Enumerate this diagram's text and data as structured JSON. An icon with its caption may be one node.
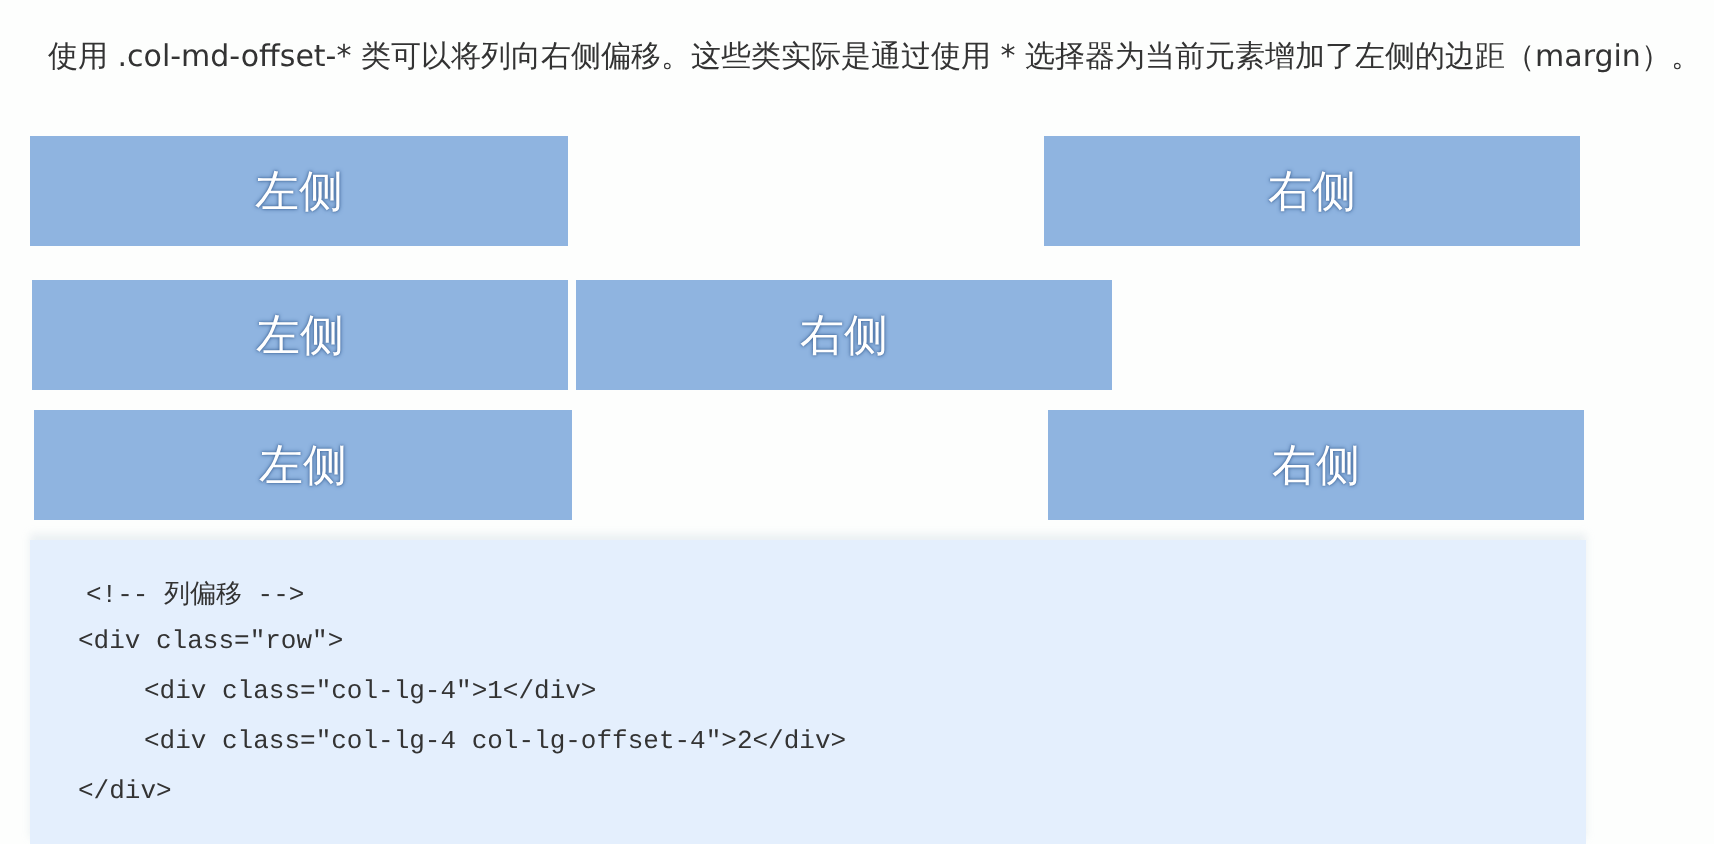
{
  "diagram": {
    "nodes": [
      {
        "text": [
          "左侧"
        ]
      },
      {
        "text": [
          "右侧"
        ]
      },
      {
        "text": [
          "左侧"
        ]
      },
      {
        "text": [
          "右侧"
        ]
      },
      {
        "text": [
          "左侧"
        ]
      },
      {
        "text": [
          "右侧"
        ]
      },
      {
        "text": [
          "<!-- 列偏移 -->",
          "<div class=\"row\">",
          "<div class=\"col-lg-4\">1</div>",
          "<div class=\"col-lg-4 col-lg-offset-4\">2</div>",
          "</div>"
        ]
      }
    ],
    "labels": [
      "使用 .col-md-offset-* 类可以将列向右侧偏移。这些类实际是通过使用 * 选择器为当前元素增加了左侧的边距（margin）。"
    ]
  }
}
